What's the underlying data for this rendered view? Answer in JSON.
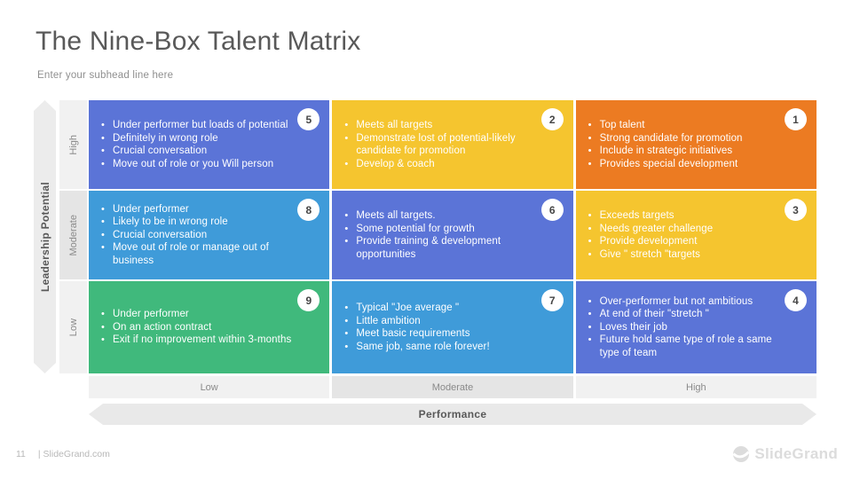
{
  "slide": {
    "title": "The Nine-Box Talent Matrix",
    "subhead": "Enter your subhead line here"
  },
  "axes": {
    "y_label": "Leadership Potential",
    "y_ticks": [
      "High",
      "Moderate",
      "Low"
    ],
    "x_ticks": [
      "Low",
      "Moderate",
      "High"
    ],
    "x_label": "Performance"
  },
  "colors": {
    "royal_blue": "#5b74d7",
    "light_blue": "#3f9bd9",
    "yellow": "#f5c52f",
    "orange": "#ec7b22",
    "green": "#40b97c"
  },
  "cells": [
    {
      "number": "5",
      "color": "#5b74d7",
      "items": [
        "Under performer but loads of potential",
        "Definitely in wrong role",
        "Crucial conversation",
        "Move out of role or you Will person"
      ]
    },
    {
      "number": "2",
      "color": "#f5c52f",
      "items": [
        "Meets all targets",
        "Demonstrate lost of potential-likely candidate for promotion",
        "Develop & coach"
      ]
    },
    {
      "number": "1",
      "color": "#ec7b22",
      "items": [
        "Top talent",
        "Strong candidate for promotion",
        "Include in strategic initiatives",
        "Provides special development"
      ]
    },
    {
      "number": "8",
      "color": "#3f9bd9",
      "items": [
        "Under performer",
        "Likely to be in wrong role",
        "Crucial conversation",
        "Move out of role or manage out of business"
      ]
    },
    {
      "number": "6",
      "color": "#5b74d7",
      "items": [
        "Meets all targets.",
        "Some potential for growth",
        "Provide training & development opportunities"
      ]
    },
    {
      "number": "3",
      "color": "#f5c52f",
      "items": [
        "Exceeds targets",
        "Needs greater challenge",
        "Provide development",
        "Give \" stretch \"targets"
      ]
    },
    {
      "number": "9",
      "color": "#40b97c",
      "items": [
        "Under performer",
        "On an action contract",
        "Exit if no improvement within 3-months"
      ]
    },
    {
      "number": "7",
      "color": "#3f9bd9",
      "items": [
        "Typical \"Joe average \"",
        "Little ambition",
        "Meet basic requirements",
        "Same job, same role forever!"
      ]
    },
    {
      "number": "4",
      "color": "#5b74d7",
      "items": [
        "Over-performer but not ambitious",
        "At end of their \"stretch \"",
        "Loves their job",
        "Future hold same type of role a same type of team"
      ]
    }
  ],
  "footer": {
    "page_number": "11",
    "site": "| SlideGrand.com",
    "logo_text": "SlideGrand"
  }
}
